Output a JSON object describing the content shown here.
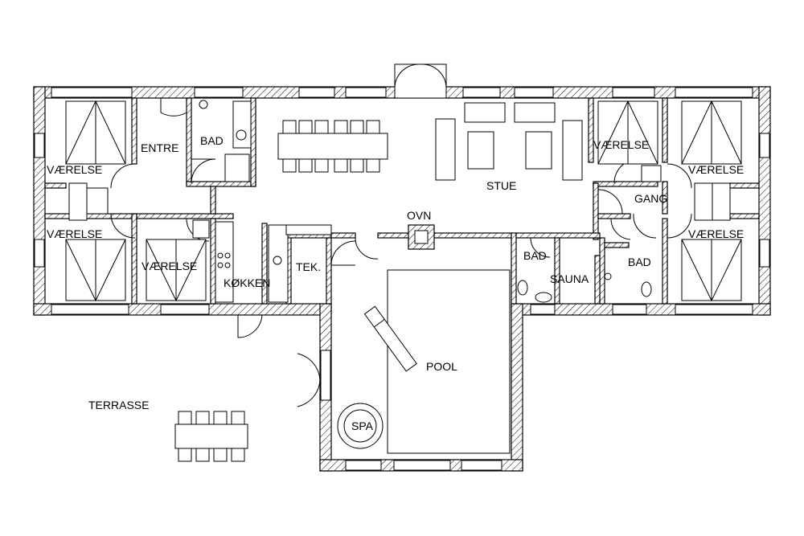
{
  "rooms": {
    "vaerelse_nw": "VÆRELSE",
    "entre": "ENTRE",
    "bad_n": "BAD",
    "stue": "STUE",
    "vaerelse_ne1": "VÆRELSE",
    "vaerelse_ne2": "VÆRELSE",
    "gang": "GANG",
    "vaerelse_sw": "VÆRELSE",
    "vaerelse_s": "VÆRELSE",
    "koekken": "KØKKEN",
    "tek": "TEK.",
    "ovn": "OVN",
    "bad_s1": "BAD",
    "sauna": "SAUNA",
    "bad_s2": "BAD",
    "vaerelse_se": "VÆRELSE",
    "pool": "POOL",
    "spa": "SPA",
    "terrasse": "TERRASSE"
  }
}
